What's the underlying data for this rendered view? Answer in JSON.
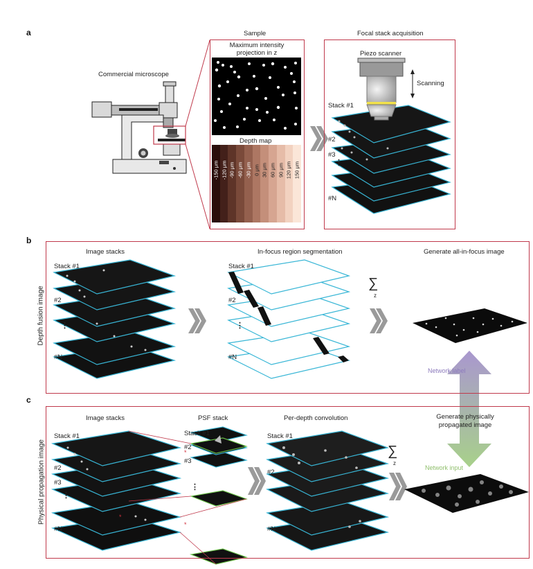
{
  "panel_a": {
    "letter": "a",
    "microscope_label": "Commercial microscope",
    "sample_title": "Sample",
    "mip_label": "Maximum intensity projection in z",
    "depth_map_label": "Depth map",
    "depth_ticks": [
      "-150 μm",
      "-120 μm",
      "-90 μm",
      "-60 μm",
      "-30 μm",
      "0 μm",
      "30 μm",
      "60 μm",
      "90 μm",
      "120 μm",
      "150 μm"
    ],
    "depth_colors": [
      "#2a0e0b",
      "#43201a",
      "#5e3428",
      "#7a4a3a",
      "#94604e",
      "#ad7763",
      "#c48f7a",
      "#d6a591",
      "#e6bca8",
      "#f2d2c0",
      "#fbe6d8"
    ],
    "focal_title": "Focal stack acquisition",
    "piezo_label": "Piezo scanner",
    "scanning_label": "Scanning",
    "stack1": "Stack #1",
    "s2": "#2",
    "s3": "#3",
    "sN": "#N"
  },
  "panel_b": {
    "letter": "b",
    "side_label": "Depth fusion image",
    "image_stacks": "Image stacks",
    "segmentation": "In-focus region segmentation",
    "generate": "Generate all-in-focus image",
    "sum_sub": "z",
    "stack1": "Stack #1",
    "s2": "#2",
    "sN": "#N",
    "seg_stack1": "Stack #1",
    "seg_s2": "#2",
    "seg_sN": "#N"
  },
  "panel_c": {
    "letter": "c",
    "side_label": "Physical propagation image",
    "image_stacks": "Image stacks",
    "psf_stack": "PSF stack",
    "per_depth": "Per-depth convolution",
    "generate": "Generate physically propagated image",
    "sum_sub": "z",
    "stack1": "Stack #1",
    "s2": "#2",
    "s3": "#3",
    "sN": "#N",
    "psf_stack1": "Stack #1",
    "psf_s2": "#2",
    "psf_s3": "#3",
    "conv_stack1": "Stack #1",
    "conv_s2": "#2",
    "conv_sN": "#N"
  },
  "arrow": {
    "network_label": "Network label",
    "network_input": "Network input"
  }
}
